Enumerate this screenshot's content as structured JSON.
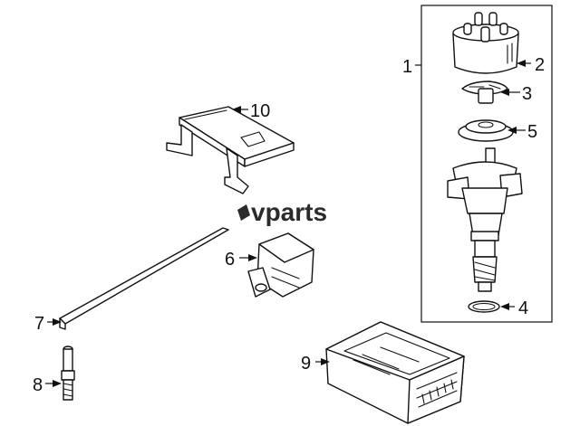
{
  "watermark": {
    "text": "vparts"
  },
  "callouts": {
    "c1": "1",
    "c2": "2",
    "c3": "3",
    "c4": "4",
    "c5": "5",
    "c6": "6",
    "c7": "7",
    "c8": "8",
    "c9": "9",
    "c10": "10"
  },
  "colors": {
    "line": "#111111",
    "background": "#ffffff"
  }
}
